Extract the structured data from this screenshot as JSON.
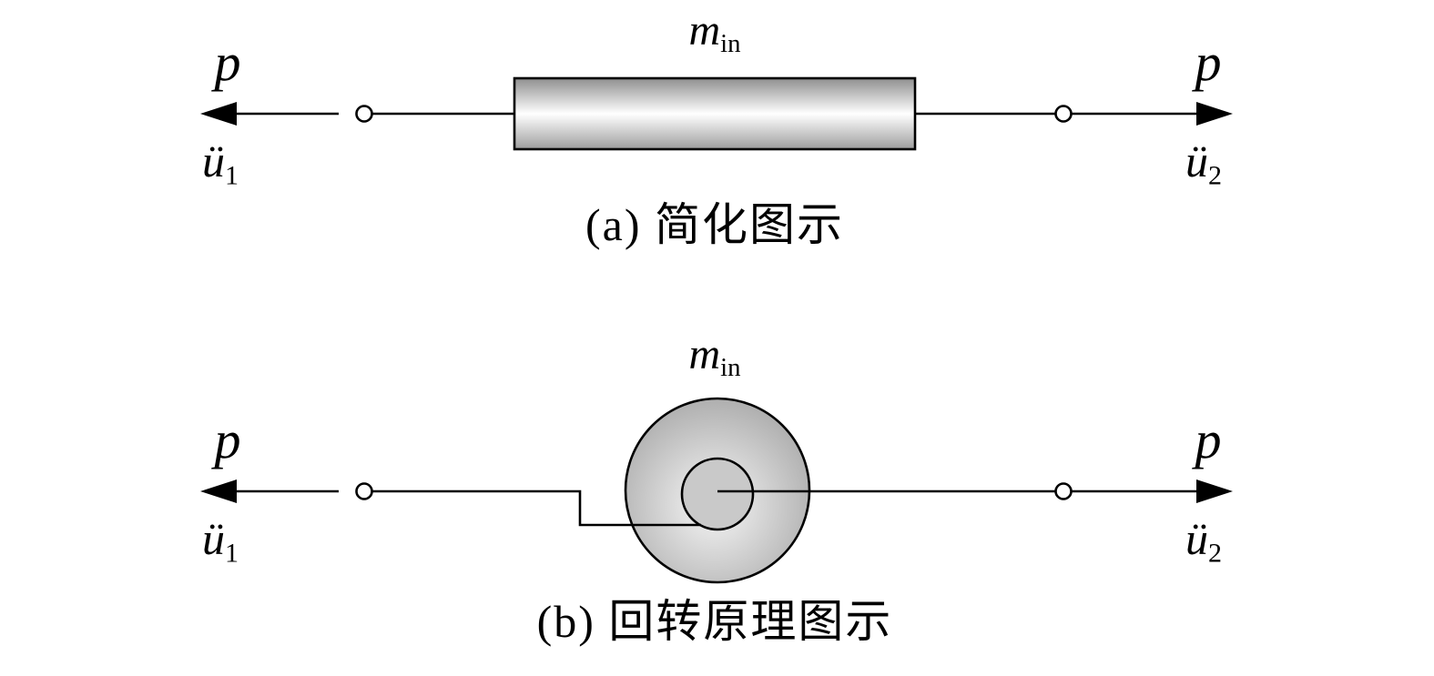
{
  "figure": {
    "colors": {
      "line": "#000000",
      "node_fill": "#ffffff",
      "block_edge_top": "#8f8f8f",
      "block_center": "#ffffff",
      "block_edge_bottom": "#9e9e9e",
      "wheel_center": "#f7f7f7",
      "wheel_edge": "#a6a6a6",
      "hub_fill": "#c9c9c9"
    },
    "part_a": {
      "mass_label": {
        "base": "m",
        "sub": "in"
      },
      "left_force_label": "p",
      "left_accel_label": {
        "base": "ü",
        "sub": "1"
      },
      "right_force_label": "p",
      "right_accel_label": {
        "base": "ü",
        "sub": "2"
      },
      "caption": "(a) 简化图示"
    },
    "part_b": {
      "mass_label": {
        "base": "m",
        "sub": "in"
      },
      "left_force_label": "p",
      "left_accel_label": {
        "base": "ü",
        "sub": "1"
      },
      "right_force_label": "p",
      "right_accel_label": {
        "base": "ü",
        "sub": "2"
      },
      "caption": "(b) 回转原理图示"
    }
  }
}
